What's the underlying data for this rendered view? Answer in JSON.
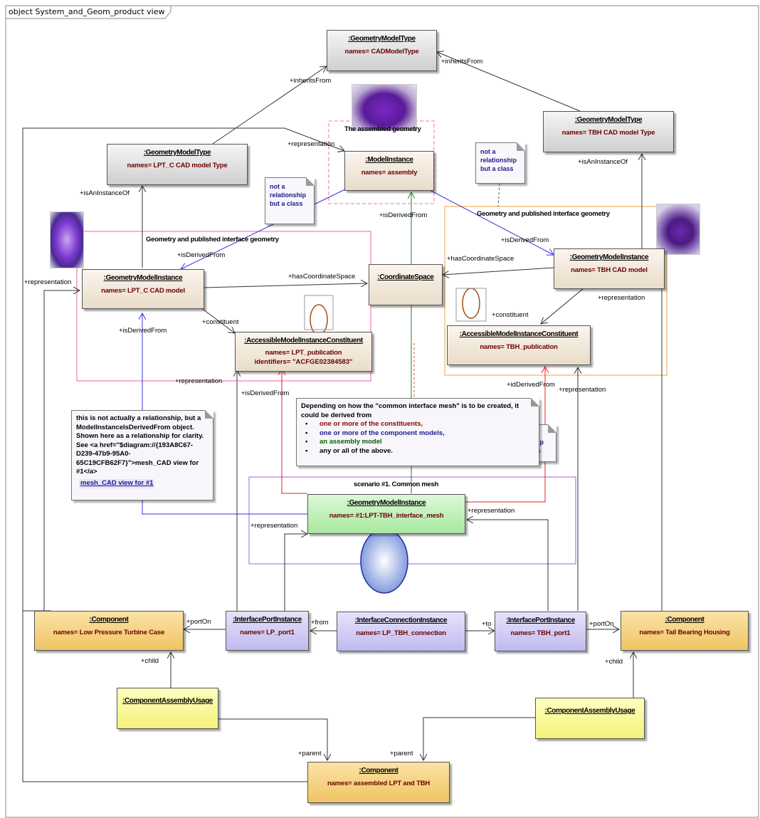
{
  "frame": {
    "title": "object System_and_Geom_product view"
  },
  "objects": {
    "gmt_cad": {
      "title": ":GeometryModelType",
      "attr": "names= CADModelType"
    },
    "gmt_tbh": {
      "title": ":GeometryModelType",
      "attr": "names= TBH CAD model Type"
    },
    "gmt_lpt": {
      "title": ":GeometryModelType",
      "attr": "names= LPT_C CAD model Type"
    },
    "mi_assembly": {
      "title": ":ModelInstance",
      "attr": "names= assembly"
    },
    "gmi_lpt": {
      "title": ":GeometryModelInstance",
      "attr": "names= LPT_C CAD model"
    },
    "gmi_tbh": {
      "title": ":GeometryModelInstance",
      "attr": "names= TBH CAD model"
    },
    "coord": {
      "title": ":CoordinateSpace"
    },
    "amic_lpt": {
      "title": ":AccessibleModelInstanceConstituent",
      "attr": "names= LPT_publication",
      "attr2": "identifiers= \"ACFGE02384583\""
    },
    "amic_tbh": {
      "title": ":AccessibleModelInstanceConstituent",
      "attr": "names= TBH_publication"
    },
    "gmi_mesh": {
      "title": ":GeometryModelInstance",
      "attr": "names= #1:LPT-TBH_interface_mesh"
    },
    "comp_lpt": {
      "title": ":Component",
      "attr": "names= Low Pressure Turbine Case"
    },
    "comp_tbh": {
      "title": ":Component",
      "attr": "names= Tail Bearing Housing"
    },
    "comp_asm": {
      "title": ":Component",
      "attr": "names= assembled LPT and TBH"
    },
    "ipi_lp": {
      "title": ":InterfacePortInstance",
      "attr": "names= LP_port1"
    },
    "ipi_tbh": {
      "title": ":InterfacePortInstance",
      "attr": "names= TBH_port1"
    },
    "ici": {
      "title": ":InterfaceConnectionInstance",
      "attr": "names= LP_TBH_connection"
    },
    "cau_left": {
      "title": ":ComponentAssemblyUsage"
    },
    "cau_right": {
      "title": ":ComponentAssemblyUsage"
    }
  },
  "groups": {
    "assembled": "The assembled geometry",
    "geom_lpt": "Geometry and published interface geometry",
    "geom_tbh": "Geometry and published interface geometry",
    "scenario": "scenario #1. Common mesh"
  },
  "notes": {
    "small1": [
      "not a",
      "relationship",
      "but a class"
    ],
    "small2": [
      "not a",
      "relationship",
      "but a class"
    ],
    "small3": [
      "not a",
      "relationship",
      "but a class"
    ],
    "big": {
      "intro": "Depending on how the \"common interface mesh\" is to be created, it could be derived from",
      "items": [
        "one or more of the constituents,",
        "one or more of the component models,",
        "an assembly model",
        "any or all of the above."
      ]
    },
    "left": {
      "text": "this is not actually a relationship, but a ModelInstanceIsDerivedFrom object. Shown here as a relationship for clarity. See <a href=\"$diagram://{193A8C67-D239-47b9-95A0-65C19CFB62F7}\">mesh_CAD view for #1</a>",
      "overlay": "mesh_CAD view for #1"
    }
  },
  "labels": {
    "inheritsFrom_left": "+inheritsFrom",
    "inheritsFrom_right": "+inheritsFrom",
    "representation_top": "+representation",
    "isAnInstanceOf_left": "+isAnInstanceOf",
    "isAnInstanceOf_right": "+isAnInstanceOf",
    "isDerivedFrom_mid": "+isDerivedFrom",
    "isDerivedFrom_tbh": "+isDerivedFrom",
    "isDerivedFrom_lpt": "+isDerivedFrom",
    "hasCoordinateSpace_left": "+hasCoordinateSpace",
    "hasCoordinateSpace_right": "+hasCoordinateSpace",
    "representation_left": "+representation",
    "representation_tbh": "+representation",
    "constituent_left": "+constituent",
    "constituent_right": "+constituent",
    "isDerivedFrom_left2": "+isDerivedFrom",
    "representation_lpt2": "+representation",
    "idDerivedFrom": "+idDerivedFrom",
    "representation_tbh2": "+representation",
    "representation_mesh_r": "+representation",
    "representation_mesh_l": "+representation",
    "portOn_left": "+portOn",
    "from": "+from",
    "to": "+to",
    "portOn_right": "+portOn",
    "child_left": "+child",
    "child_right": "+child",
    "parent_left": "+parent",
    "parent_right": "+parent"
  }
}
